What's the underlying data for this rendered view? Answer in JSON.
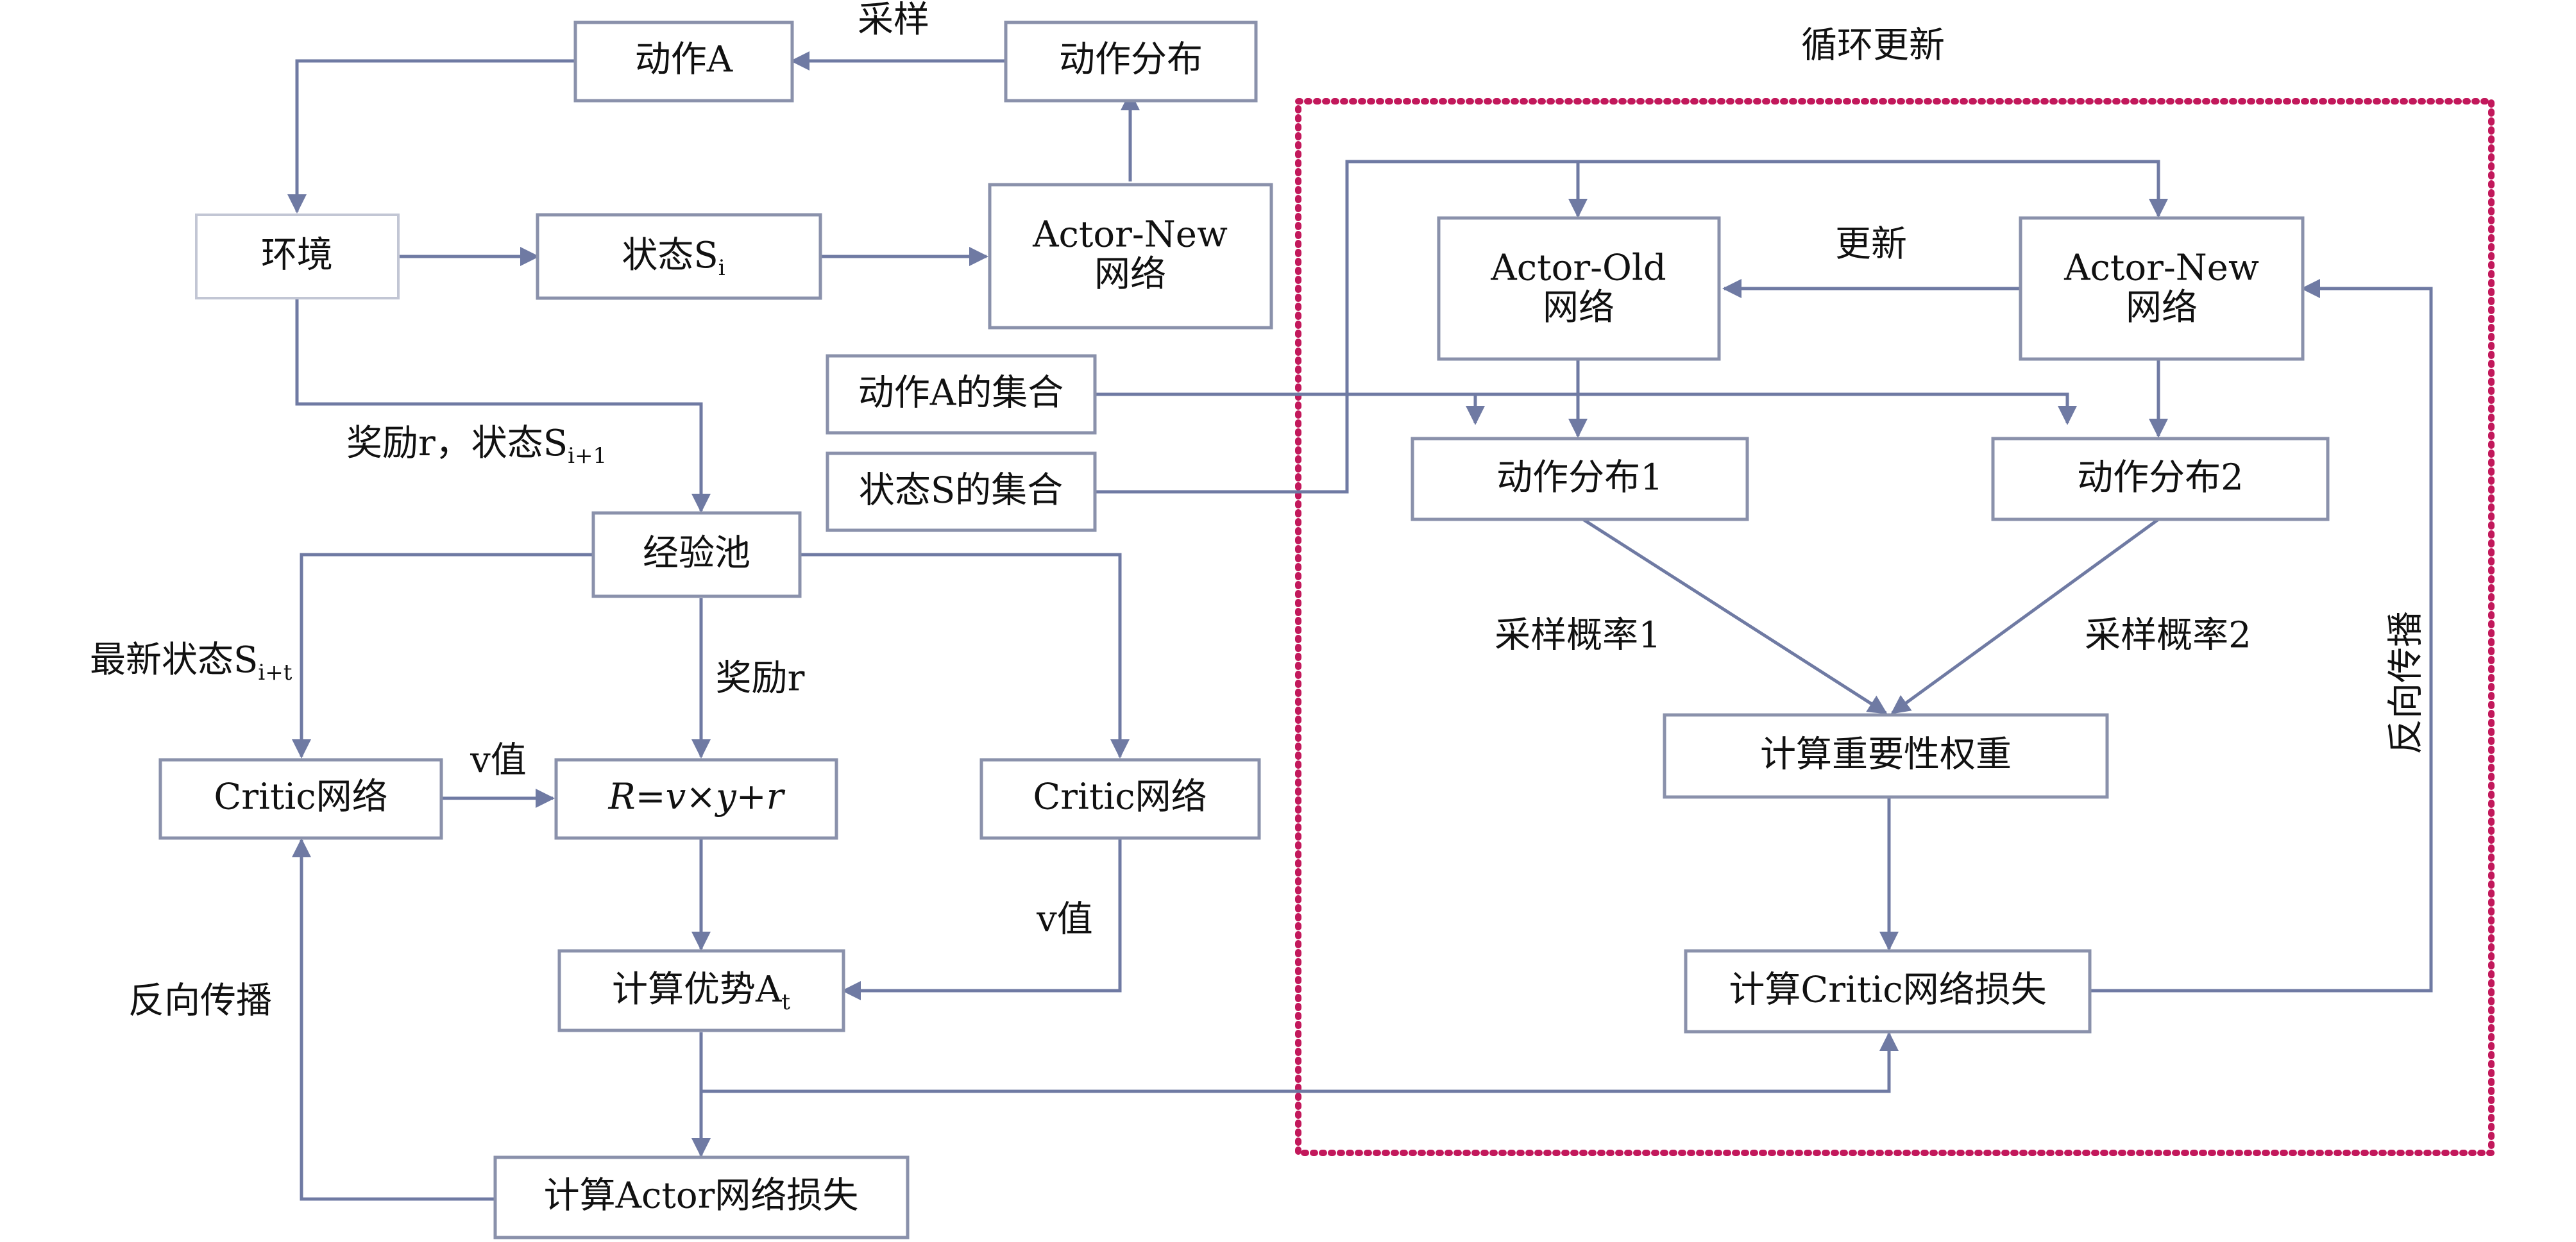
{
  "nodes": {
    "action_a": "动作A",
    "action_dist_top": "动作分布",
    "env": "环境",
    "state_si": "状态S",
    "actor_new_left": [
      "Actor-New",
      "网络"
    ],
    "action_set": "动作A的集合",
    "state_set": "状态S的集合",
    "replay_pool": "经验池",
    "critic_left": "Critic网络",
    "return_r": "R=v×y+r",
    "critic_right": "Critic网络",
    "advantage": "计算优势A",
    "actor_loss": "计算Actor网络损失",
    "actor_old": [
      "Actor-Old",
      "网络"
    ],
    "actor_new_right": [
      "Actor-New",
      "网络"
    ],
    "dist1": "动作分布1",
    "dist2": "动作分布2",
    "importance": "计算重要性权重",
    "critic_loss": "计算Critic网络损失"
  },
  "labels": {
    "sample": "采样",
    "loop_update": "循环更新",
    "update": "更新",
    "reward_state": "奖励r，状态S",
    "reward_state_sub": "i+1",
    "latest_state": "最新状态S",
    "latest_state_sub": "i+t",
    "reward": "奖励r",
    "v_value_top": "v值",
    "v_value_mid": "v值",
    "backprop_left": "反向传播",
    "sample_prob1": "采样概率1",
    "sample_prob2": "采样概率2",
    "backprop_right": "反向传播",
    "state_sub": "i",
    "adv_sub": "t"
  },
  "colors": {
    "box_border": "#8a91ab",
    "arrow": "#6f7aa3",
    "loop_border": "#c2185b"
  }
}
